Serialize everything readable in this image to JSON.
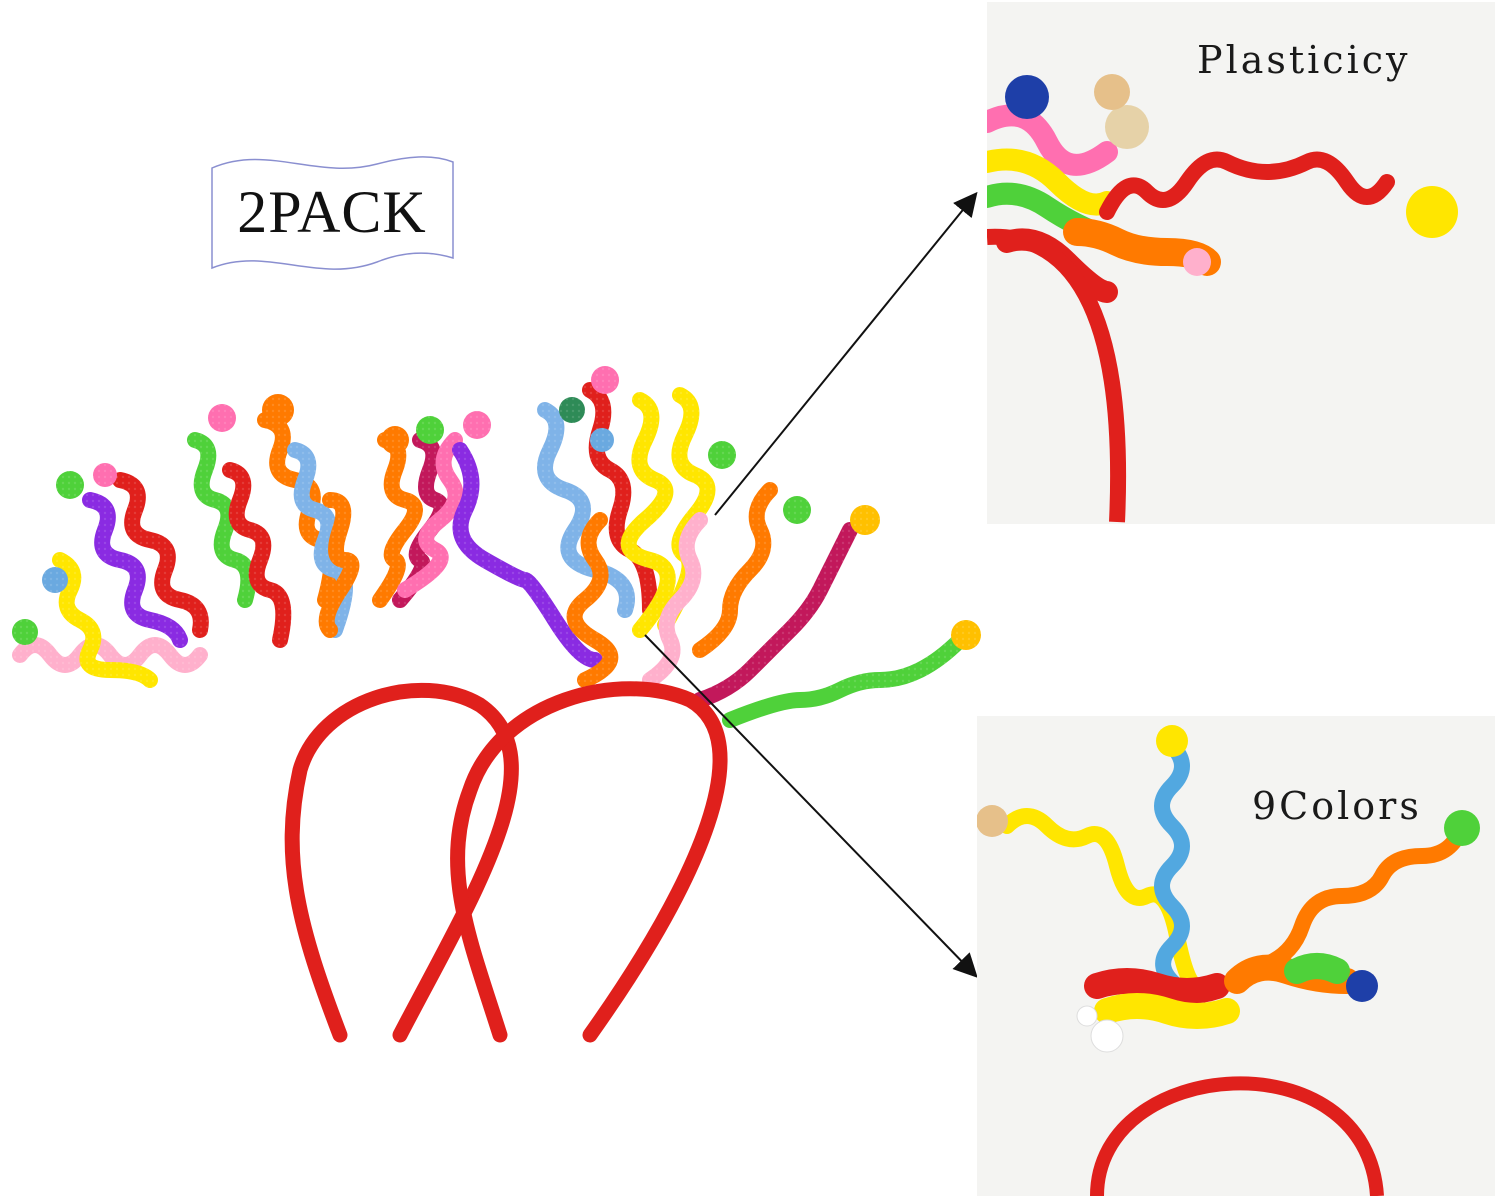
{
  "badge": {
    "text": "2PACK"
  },
  "callouts": {
    "top": {
      "label": "Plasticicy"
    },
    "bottom": {
      "label": "9Colors"
    }
  },
  "colors": {
    "headband": "#e0201c",
    "pipe_cleaners": [
      "#ff6fb0",
      "#ffe600",
      "#ff7a00",
      "#e0201c",
      "#8a2be2",
      "#4fd13a",
      "#7fb3e8",
      "#c2185b",
      "#ffb0cc"
    ],
    "arrow": "#111111"
  },
  "icons": {
    "main_photo": "headband-pair-photo",
    "detail_top": "headband-detail-photo",
    "detail_bottom": "headband-colors-photo"
  }
}
